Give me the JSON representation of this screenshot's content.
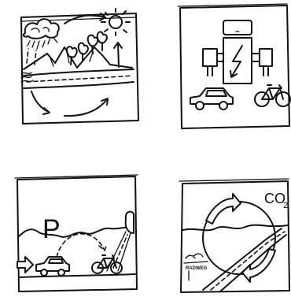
{
  "panels": [
    {
      "id": "water-cycle"
    },
    {
      "id": "charging-station"
    },
    {
      "id": "parking"
    },
    {
      "id": "co2-cycle"
    }
  ],
  "labels": {
    "parking_letter": "P",
    "co2_text": "CO",
    "co2_subscript": "2",
    "road_sign": "RADWEG"
  }
}
